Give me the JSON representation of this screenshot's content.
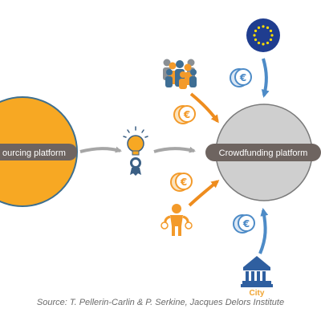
{
  "nodes": {
    "crowdsourcing": {
      "label": "ourcing platform",
      "color": "#f7a823",
      "border": "#3d6f8f"
    },
    "crowdfunding": {
      "label": "Crowdfunding platform",
      "color": "#cfcfcf",
      "border": "#7a7a7a"
    }
  },
  "pill_color": "#6e6460",
  "city_label": "City",
  "arrow_colors": {
    "gray": "#a6a6a6",
    "orange": "#ee8c1e",
    "blue": "#4d8bc7"
  },
  "icons": [
    "idea-bulb-icon",
    "eu-flag-icon",
    "crowd-people-icon",
    "person-with-coins-icon",
    "city-hall-icon",
    "euro-coin-icon"
  ],
  "caption": "Source: T. Pellerin-Carlin & P. Serkine, Jacques Delors Institute"
}
